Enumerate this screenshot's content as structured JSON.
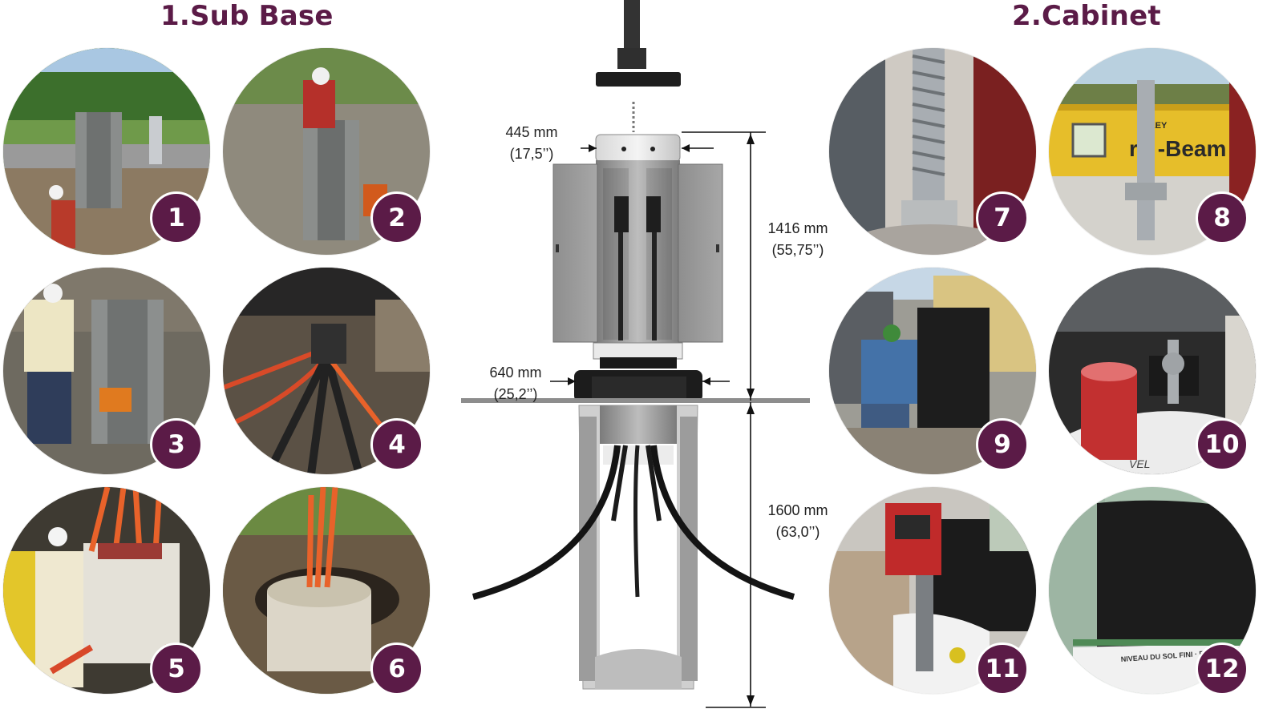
{
  "sections": {
    "sub_base_title": "1.Sub Base",
    "cabinet_title": "2.Cabinet"
  },
  "steps": [
    "1",
    "2",
    "3",
    "4",
    "5",
    "6",
    "7",
    "8",
    "9",
    "10",
    "11",
    "12"
  ],
  "dimensions": {
    "top_width_mm": "445 mm",
    "top_width_in": "(17,5’’)",
    "base_width_mm": "640 mm",
    "base_width_in": "(25,2’’)",
    "cabinet_height_mm": "1416 mm",
    "cabinet_height_in": "(55,75’’)",
    "subbase_height_mm": "1600 mm",
    "subbase_height_in": "(63,0’’)"
  },
  "photo_text": {
    "level_brand": "NLEY",
    "level_name": "ro -Beam",
    "ground_label": "NIVEAU DU SOL FINI · FINIS",
    "level_word": "VEL"
  },
  "colors": {
    "accent": "#5b1b47",
    "cable_orange": "#e8622a",
    "metal_gray": "#8f8f8f"
  }
}
